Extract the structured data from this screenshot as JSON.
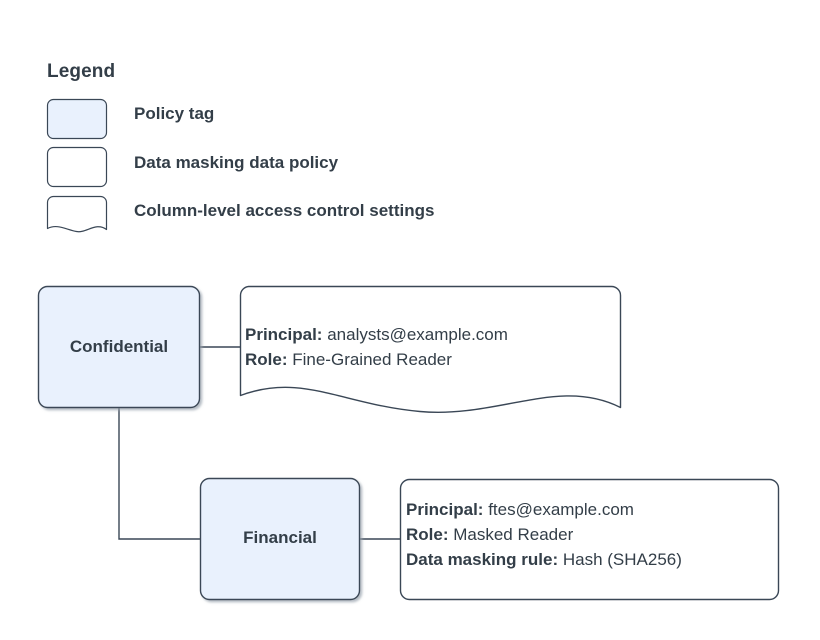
{
  "colors": {
    "node_fill": "#e9f1fd",
    "node_stroke": "#3a4756",
    "callout_fill": "#ffffff",
    "callout_stroke": "#3a4756",
    "text": "#333e48",
    "connector": "#3a4756",
    "background": "#ffffff"
  },
  "legend": {
    "title": "Legend",
    "items": [
      {
        "shape": "rounded-rect-filled",
        "label": "Policy tag"
      },
      {
        "shape": "rounded-rect-outline",
        "label": "Data masking data policy"
      },
      {
        "shape": "document-wavy-bottom",
        "label": "Column-level access control settings"
      }
    ]
  },
  "diagram": {
    "nodes": [
      {
        "id": "confidential",
        "label": "Confidential",
        "shape": "policy-tag"
      },
      {
        "id": "financial",
        "label": "Financial",
        "shape": "policy-tag"
      }
    ],
    "callouts": [
      {
        "id": "callout-confidential",
        "shape": "document-wavy-bottom",
        "attached_to": "confidential",
        "lines": [
          {
            "key": "Principal:",
            "value": "analysts@example.com"
          },
          {
            "key": "Role:",
            "value": "Fine-Grained Reader"
          }
        ]
      },
      {
        "id": "callout-financial",
        "shape": "rounded-rect-outline",
        "attached_to": "financial",
        "lines": [
          {
            "key": "Principal:",
            "value": "ftes@example.com"
          },
          {
            "key": "Role:",
            "value": "Masked Reader"
          },
          {
            "key": "Data masking rule:",
            "value": "Hash (SHA256)"
          }
        ]
      }
    ],
    "connectors": [
      {
        "from": "confidential",
        "to": "callout-confidential",
        "style": "straight-horizontal"
      },
      {
        "from": "confidential",
        "to": "financial",
        "style": "elbow-down-right"
      },
      {
        "from": "financial",
        "to": "callout-financial",
        "style": "straight-horizontal"
      }
    ]
  }
}
